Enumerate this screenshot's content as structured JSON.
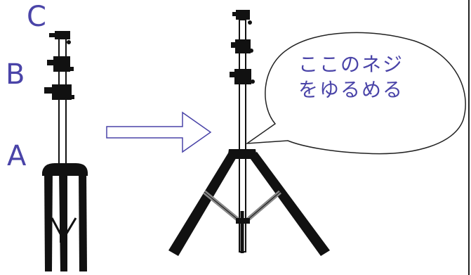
{
  "labels": {
    "a": "A",
    "b": "B",
    "c": "C"
  },
  "callout": {
    "line1": "ここのネジ",
    "line2": "をゆるめる"
  },
  "colors": {
    "label_text": "#4a44a8",
    "stand": "#111111",
    "brace": "#888888",
    "outline": "#222222"
  },
  "icons": {
    "arrow": "right-arrow-outline-icon"
  }
}
